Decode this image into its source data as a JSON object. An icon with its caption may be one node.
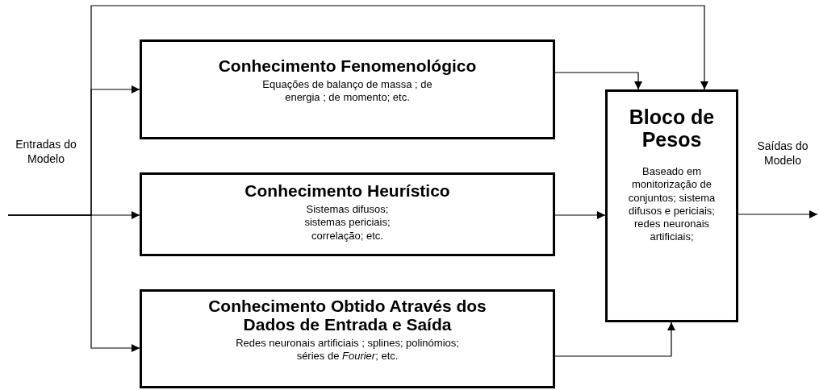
{
  "diagram": {
    "nodes": [
      {
        "text": [
          "Conhecimento Fenomenológico",
          "Equações de balanço de massa ; de energia ; de momento; etc."
        ]
      },
      {
        "text": [
          "Conhecimento Heurístico",
          "Sistemas difusos; sistemas periciais; correlação; etc."
        ]
      },
      {
        "text": [
          "Conhecimento Obtido Através dos Dados de Entrada e Saída",
          "Redes neuronais artificiais ; splines; polinómios; séries de *Fourier*; etc."
        ]
      },
      {
        "text": [
          "Bloco de Pesos",
          "Baseado em monitorização de conjuntos; sistema difusos e periciais; redes neuronais artificiais;"
        ]
      }
    ],
    "edges": [
      {
        "from": null,
        "to": 0,
        "arrow": "to"
      },
      {
        "from": null,
        "to": 1,
        "arrow": "to"
      },
      {
        "from": null,
        "to": 2,
        "arrow": "to"
      },
      {
        "from": null,
        "to": 3,
        "arrow": "to"
      },
      {
        "from": 0,
        "to": 3,
        "arrow": "to"
      },
      {
        "from": 1,
        "to": 3,
        "arrow": "to"
      },
      {
        "from": 2,
        "to": 3,
        "arrow": "to"
      },
      {
        "from": 3,
        "to": null,
        "arrow": "to"
      }
    ],
    "labels": [
      "Entradas do Modelo",
      "Saídas do Modelo"
    ]
  }
}
